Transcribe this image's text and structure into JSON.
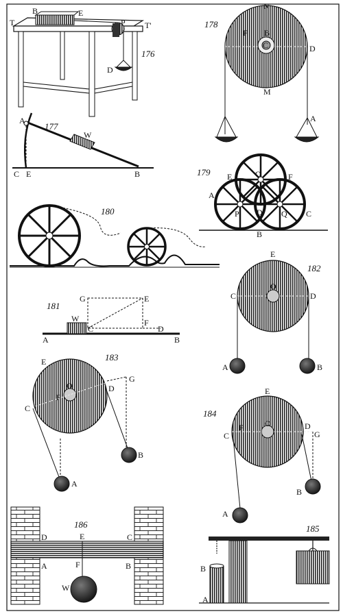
{
  "colors": {
    "ink": "#111111",
    "paper": "#ffffff",
    "disc": "#6a6a6a",
    "hub": "#bdbdbd"
  },
  "figures": {
    "f176": {
      "number": "176",
      "labels": {
        "T": "T",
        "B": "B",
        "E": "E",
        "P": "P",
        "T2": "T'",
        "D": "D"
      }
    },
    "f177": {
      "number": "177",
      "labels": {
        "A": "A",
        "W": "W",
        "C": "C",
        "E": "E",
        "B": "B"
      }
    },
    "f178": {
      "number": "178",
      "labels": {
        "N": "N",
        "F": "F",
        "B": "B",
        "C": "C",
        "D": "D",
        "M": "M",
        "A": "A"
      }
    },
    "f179": {
      "number": "179",
      "labels": {
        "E": "E",
        "O": "O",
        "F": "F",
        "A": "A",
        "P": "P",
        "D": "D",
        "Q": "Q",
        "C": "C",
        "B": "B"
      }
    },
    "f180": {
      "number": "180"
    },
    "f181": {
      "number": "181",
      "labels": {
        "G": "G",
        "E": "E",
        "W": "W",
        "C": "C",
        "F": "F",
        "D": "D",
        "A": "A",
        "B": "B"
      }
    },
    "f182": {
      "number": "182",
      "labels": {
        "E": "E",
        "O": "O",
        "C": "C",
        "D": "D",
        "A": "A",
        "B": "B"
      }
    },
    "f183": {
      "number": "183",
      "labels": {
        "E": "E",
        "O": "O",
        "F": "F",
        "D": "D",
        "G": "G",
        "C": "C",
        "B": "B",
        "A": "A"
      }
    },
    "f184": {
      "number": "184",
      "labels": {
        "E": "E",
        "O": "O",
        "F": "F",
        "C": "C",
        "D": "D",
        "G": "G",
        "B": "B",
        "A": "A"
      }
    },
    "f185": {
      "number": "185",
      "labels": {
        "B": "B",
        "A": "A"
      }
    },
    "f186": {
      "number": "186",
      "labels": {
        "E": "E",
        "D": "D",
        "C": "C",
        "A": "A",
        "B": "B",
        "F": "F",
        "W": "W"
      }
    }
  }
}
